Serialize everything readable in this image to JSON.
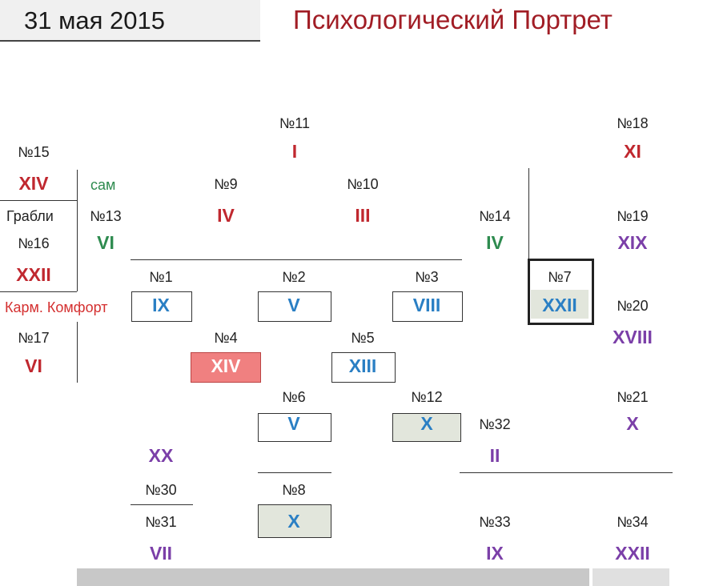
{
  "header": {
    "date": "31 мая 2015",
    "title": "Психологический Портрет"
  },
  "side": {
    "sam": "сам",
    "grabli": "Грабли",
    "karm": "Карм. Комфорт"
  },
  "cells": {
    "n11": {
      "num": "№11",
      "val": "I"
    },
    "n18": {
      "num": "№18",
      "val": "XI"
    },
    "n15": {
      "num": "№15",
      "val": "XIV"
    },
    "n9": {
      "num": "№9",
      "val": "IV"
    },
    "n10": {
      "num": "№10",
      "val": "III"
    },
    "n13": {
      "num": "№13",
      "val": "VI"
    },
    "n16": {
      "num": "№16",
      "val": "XXII"
    },
    "n14": {
      "num": "№14",
      "val": "IV"
    },
    "n19": {
      "num": "№19",
      "val": "XIX"
    },
    "n1": {
      "num": "№1",
      "val": "IX"
    },
    "n2": {
      "num": "№2",
      "val": "V"
    },
    "n3": {
      "num": "№3",
      "val": "VIII"
    },
    "n7": {
      "num": "№7",
      "val": "XXII"
    },
    "n20": {
      "num": "№20",
      "val": "XVIII"
    },
    "n17": {
      "num": "№17",
      "val": "VI"
    },
    "n4": {
      "num": "№4",
      "val": "XIV"
    },
    "n5": {
      "num": "№5",
      "val": "XIII"
    },
    "n6": {
      "num": "№6",
      "val": "V"
    },
    "n12": {
      "num": "№12",
      "val": "X"
    },
    "n21": {
      "num": "№21",
      "val": "X"
    },
    "n32": {
      "num": "№32",
      "val": "II"
    },
    "xx": {
      "val": "XX"
    },
    "n30": {
      "num": "№30"
    },
    "n8": {
      "num": "№8",
      "val": "X"
    },
    "n31": {
      "num": "№31",
      "val": "VII"
    },
    "n33": {
      "num": "№33",
      "val": "IX"
    },
    "n34": {
      "num": "№34",
      "val": "XXII"
    }
  }
}
